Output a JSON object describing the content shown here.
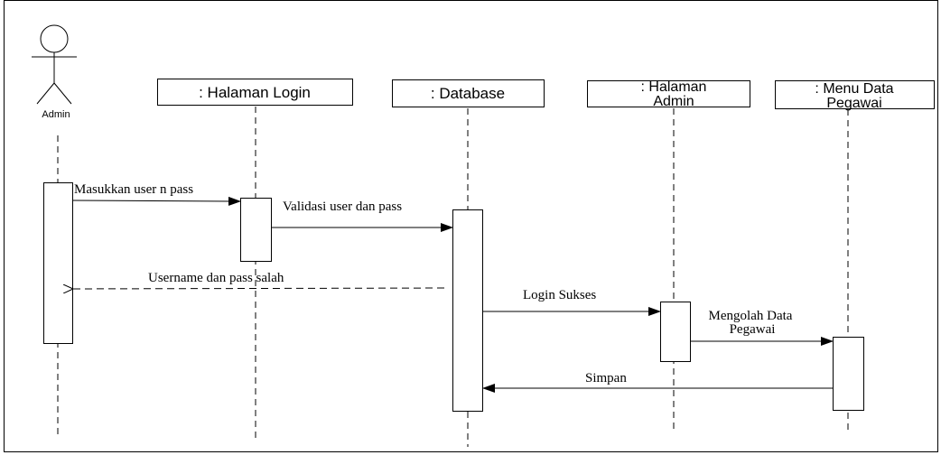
{
  "actor": {
    "name": "Admin"
  },
  "lifelines": [
    {
      "id": "login",
      "label": ": Halaman Login"
    },
    {
      "id": "db",
      "label": ": Database"
    },
    {
      "id": "admin",
      "label_lines": [
        ": Halaman",
        "Admin"
      ]
    },
    {
      "id": "menu",
      "label_lines": [
        ": Menu Data",
        "Pegawai"
      ]
    }
  ],
  "messages": [
    {
      "id": "m1",
      "from": "actor",
      "to": "login",
      "kind": "sync",
      "text": "Masukkan user n pass"
    },
    {
      "id": "m2",
      "from": "login",
      "to": "db",
      "kind": "sync",
      "text": "Validasi user dan pass"
    },
    {
      "id": "m3",
      "from": "db",
      "to": "actor",
      "kind": "return",
      "text": "Username dan pass salah"
    },
    {
      "id": "m4",
      "from": "db",
      "to": "admin",
      "kind": "sync",
      "text": "Login Sukses"
    },
    {
      "id": "m5",
      "from": "admin",
      "to": "menu",
      "kind": "sync",
      "text_lines": [
        "Mengolah Data",
        "Pegawai"
      ]
    },
    {
      "id": "m6",
      "from": "menu",
      "to": "db",
      "kind": "sync",
      "text": "Simpan"
    }
  ]
}
